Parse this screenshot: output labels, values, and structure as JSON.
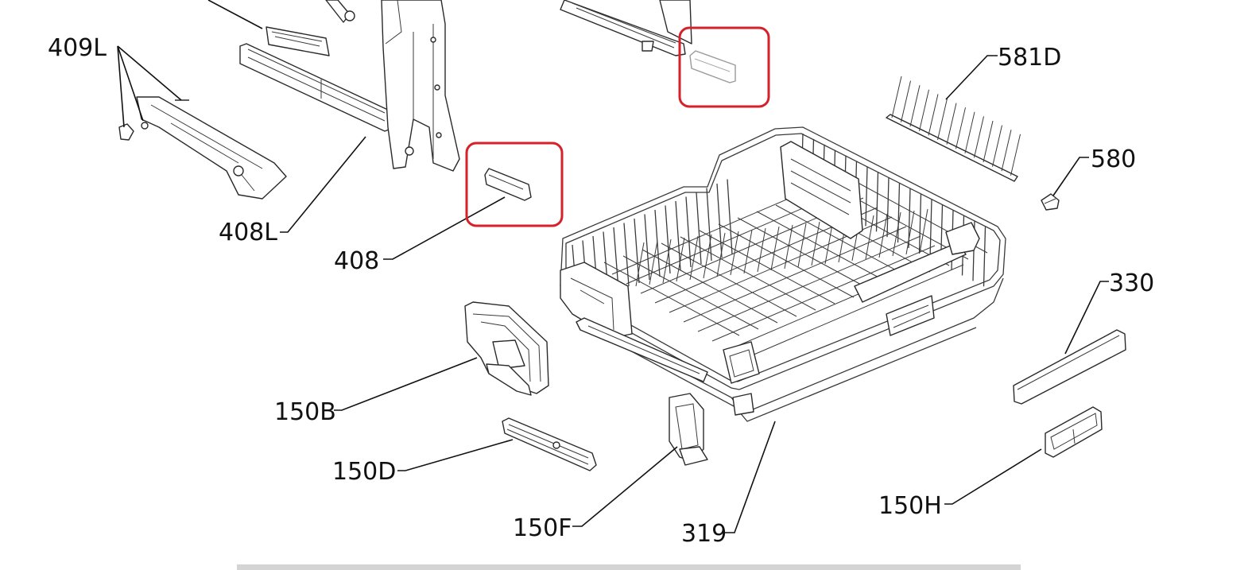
{
  "diagram": {
    "labels": {
      "l409L": "409L",
      "l408L": "408L",
      "l408": "408",
      "l581D": "581D",
      "l580": "580",
      "l330": "330",
      "l150B": "150B",
      "l150D": "150D",
      "l150F": "150F",
      "l319": "319",
      "l150H": "150H"
    },
    "colors": {
      "highlight": "#d6202a",
      "line": "#111111",
      "scrollbar": "#d4d4d4"
    }
  }
}
